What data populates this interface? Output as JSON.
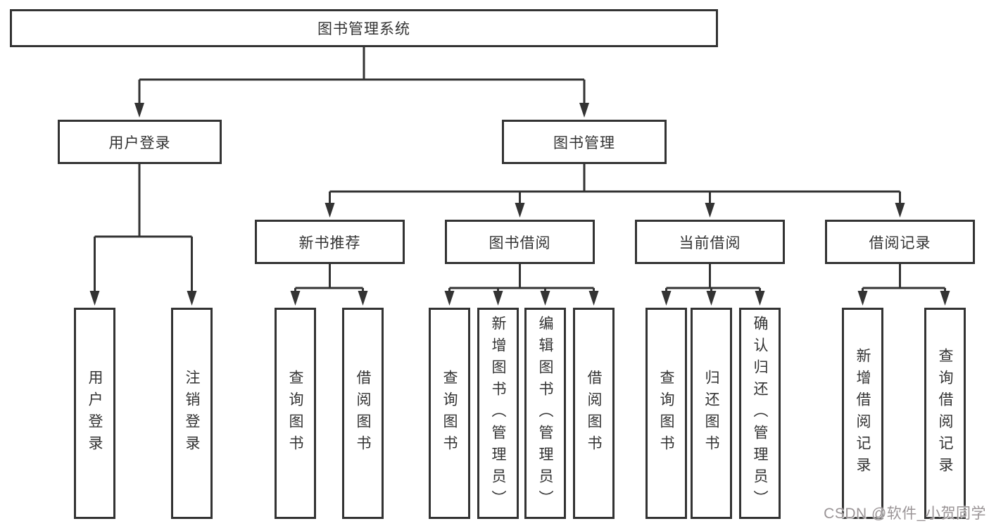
{
  "tree": {
    "label": "图书管理系统",
    "children": [
      {
        "label": "用户登录",
        "children": [
          "用户登录",
          "注销登录"
        ]
      },
      {
        "label": "图书管理",
        "children": [
          {
            "label": "新书推荐",
            "children": [
              "查询图书",
              "借阅图书"
            ]
          },
          {
            "label": "图书借阅",
            "children": [
              "查询图书",
              "新增图书（管理员）",
              "编辑图书（管理员）",
              "借阅图书"
            ]
          },
          {
            "label": "当前借阅",
            "children": [
              "查询图书",
              "归还图书",
              "确认归还（管理员）"
            ]
          },
          {
            "label": "借阅记录",
            "children": [
              "新增借阅记录",
              "查询借阅记录"
            ]
          }
        ]
      }
    ]
  },
  "watermark": "CSDN @软件_小贺同学",
  "colors": {
    "line": "#333333",
    "box_border": "#333333",
    "text": "#333333",
    "background": "#ffffff",
    "watermark": "#9a9496"
  }
}
